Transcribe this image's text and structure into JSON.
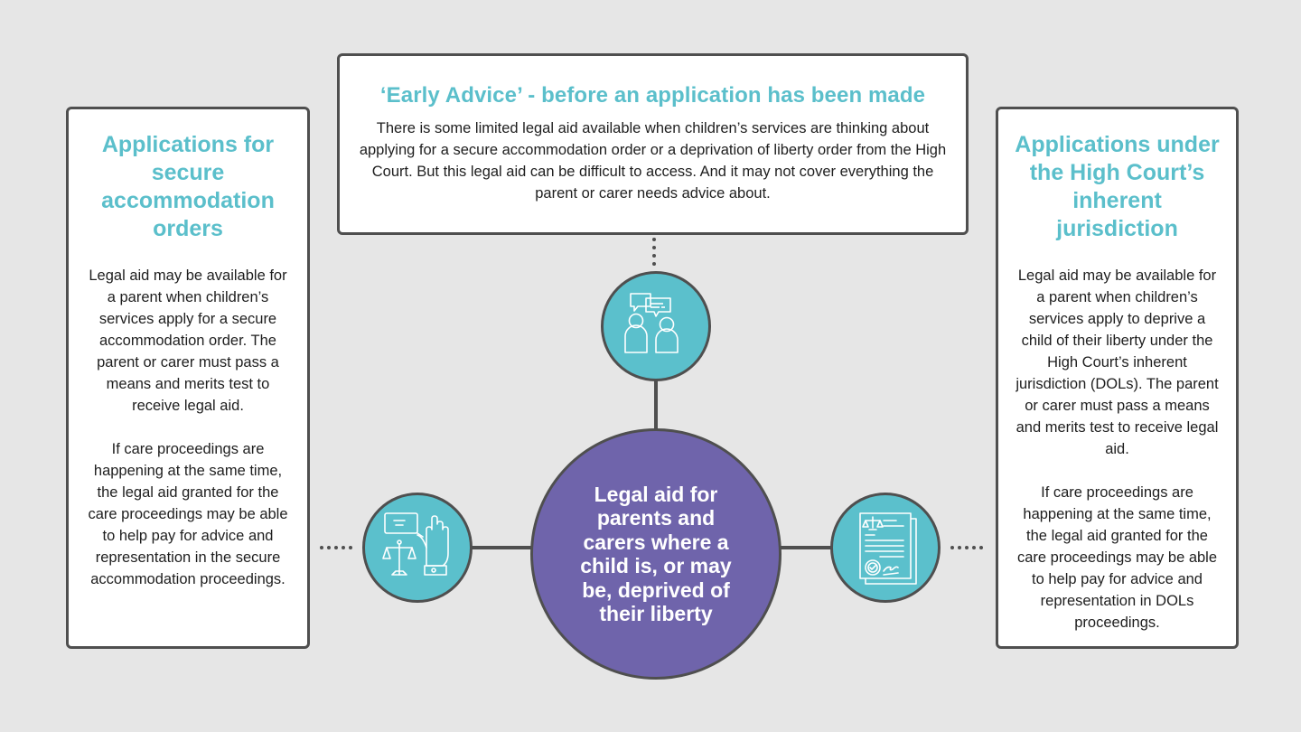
{
  "colors": {
    "background": "#e6e6e6",
    "box_border": "#4f4f4f",
    "heading_teal": "#5bbfcb",
    "icon_circle": "#5bc0cc",
    "center_circle": "#6f64ab",
    "text": "#1e1e1e"
  },
  "top_box": {
    "heading": "‘Early Advice’ - before an application has been made",
    "body": "There is some limited legal aid available when children’s services are thinking about applying for a secure accommodation order or a deprivation of liberty order from the High Court. But this legal aid can be difficult to access. And it may not cover everything the parent or carer needs advice about."
  },
  "left_box": {
    "heading": "Applications for secure accommodation orders",
    "paragraph1": "Legal aid may be available for a parent when children’s services apply for a secure accommodation order. The parent or carer must pass a means and merits test to receive legal aid.",
    "paragraph2": "If care proceedings are happening at the same time, the legal aid granted for the care proceedings may be able to help pay for advice and representation in the secure accommodation proceedings."
  },
  "right_box": {
    "heading": "Applications under the High Court’s inherent jurisdiction",
    "paragraph1": "Legal aid may be available for a parent when children’s services apply to deprive a child of their liberty under the High Court’s inherent jurisdiction (DOLs). The parent or carer must pass a means and merits test to receive legal aid.",
    "paragraph2": "If care proceedings are happening at the same time, the legal aid granted for the care proceedings may be able to help pay for advice and representation in DOLs proceedings."
  },
  "center": {
    "label": "Legal aid for parents and carers  where a child is, or may be, deprived of their liberty"
  },
  "icons": {
    "top": "conversation-icon",
    "left": "legal-oath-scales-icon",
    "right": "legal-document-icon"
  }
}
